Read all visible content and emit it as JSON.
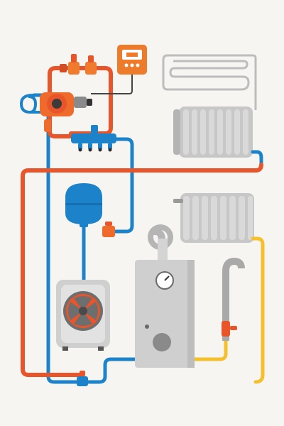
{
  "diagram": {
    "description_visible_text": "",
    "components": [
      {
        "name": "thermostat-controller",
        "icon": "thermostat-icon"
      },
      {
        "name": "underfloor-heating-coil",
        "icon": "coil-icon"
      },
      {
        "name": "circulation-pump",
        "icon": "pump-icon"
      },
      {
        "name": "distribution-manifold",
        "icon": "manifold-icon"
      },
      {
        "name": "upper-radiator",
        "icon": "radiator-icon"
      },
      {
        "name": "lower-radiator",
        "icon": "radiator-icon"
      },
      {
        "name": "expansion-tank",
        "icon": "tank-icon"
      },
      {
        "name": "heat-pump-outdoor-unit",
        "icon": "fan-icon"
      },
      {
        "name": "boiler-unit",
        "icon": "boiler-icon"
      },
      {
        "name": "exhaust-pipe",
        "icon": "pipe-icon"
      }
    ],
    "colors": {
      "background": "#f7f5f1",
      "hot_pipe": "#e8552b",
      "cold_pipe": "#1c82c9",
      "warm_pipe": "#f5c02c",
      "pump_orange": "#ee6b2c",
      "gray_unit": "#c9c9c9",
      "radiator_gray": "#c4c4c4",
      "dark_gray": "#6a6a6a"
    }
  }
}
